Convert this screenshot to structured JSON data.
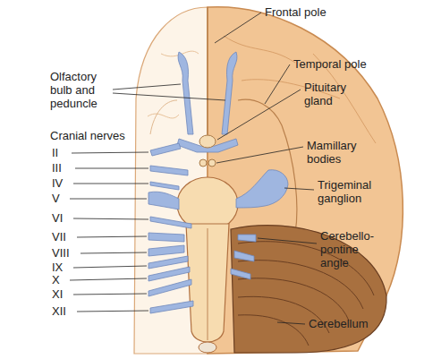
{
  "diagram": {
    "labels": [
      "Frontal pole",
      "Olfactory bulb and peduncle",
      "Temporal pole",
      "Pituitary gland",
      "Mamillary bodies",
      "Cranial nerves",
      "II",
      "III",
      "IV",
      "V",
      "VI",
      "VII",
      "VIII",
      "IX",
      "X",
      "XI",
      "XII",
      "Trigeminal ganglion",
      "Cerebello-pontine angle",
      "Cerebellum"
    ]
  }
}
